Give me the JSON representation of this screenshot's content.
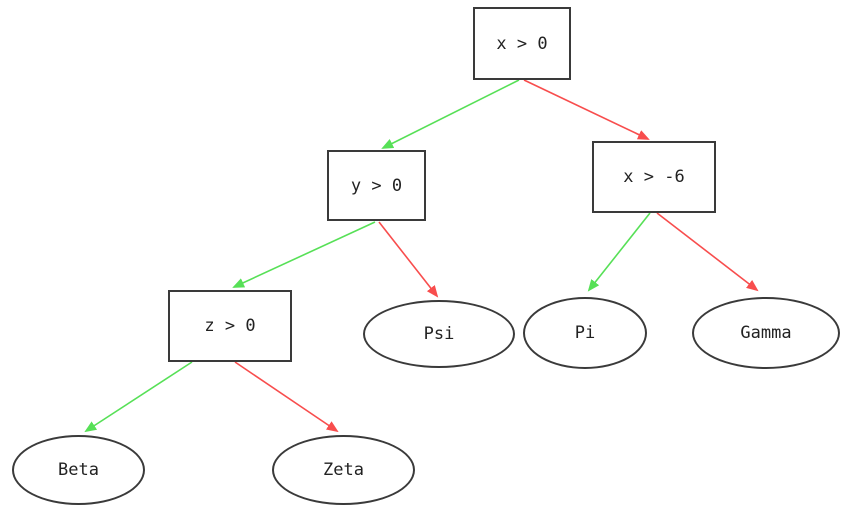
{
  "diagram": {
    "type": "decision-tree",
    "background": "#ffffff",
    "colors": {
      "true_edge": "#57e057",
      "false_edge": "#f84d4d",
      "node_border": "#3a3a3a",
      "node_text": "#222222"
    },
    "decision_nodes": {
      "root": {
        "label": "x > 0",
        "shape": "rect"
      },
      "y": {
        "label": "y > 0",
        "shape": "rect"
      },
      "xm6": {
        "label": "x > -6",
        "shape": "rect"
      },
      "z": {
        "label": "z > 0",
        "shape": "rect"
      }
    },
    "leaf_nodes": {
      "psi": {
        "label": "Psi",
        "shape": "ellipse"
      },
      "pi": {
        "label": "Pi",
        "shape": "ellipse"
      },
      "gamma": {
        "label": "Gamma",
        "shape": "ellipse"
      },
      "beta": {
        "label": "Beta",
        "shape": "ellipse"
      },
      "zeta": {
        "label": "Zeta",
        "shape": "ellipse"
      }
    },
    "edges": [
      {
        "from": "x > 0",
        "to": "y > 0",
        "branch": "true"
      },
      {
        "from": "x > 0",
        "to": "x > -6",
        "branch": "false"
      },
      {
        "from": "y > 0",
        "to": "z > 0",
        "branch": "true"
      },
      {
        "from": "y > 0",
        "to": "Psi",
        "branch": "false"
      },
      {
        "from": "x > -6",
        "to": "Pi",
        "branch": "true"
      },
      {
        "from": "x > -6",
        "to": "Gamma",
        "branch": "false"
      },
      {
        "from": "z > 0",
        "to": "Beta",
        "branch": "true"
      },
      {
        "from": "z > 0",
        "to": "Zeta",
        "branch": "false"
      }
    ]
  }
}
